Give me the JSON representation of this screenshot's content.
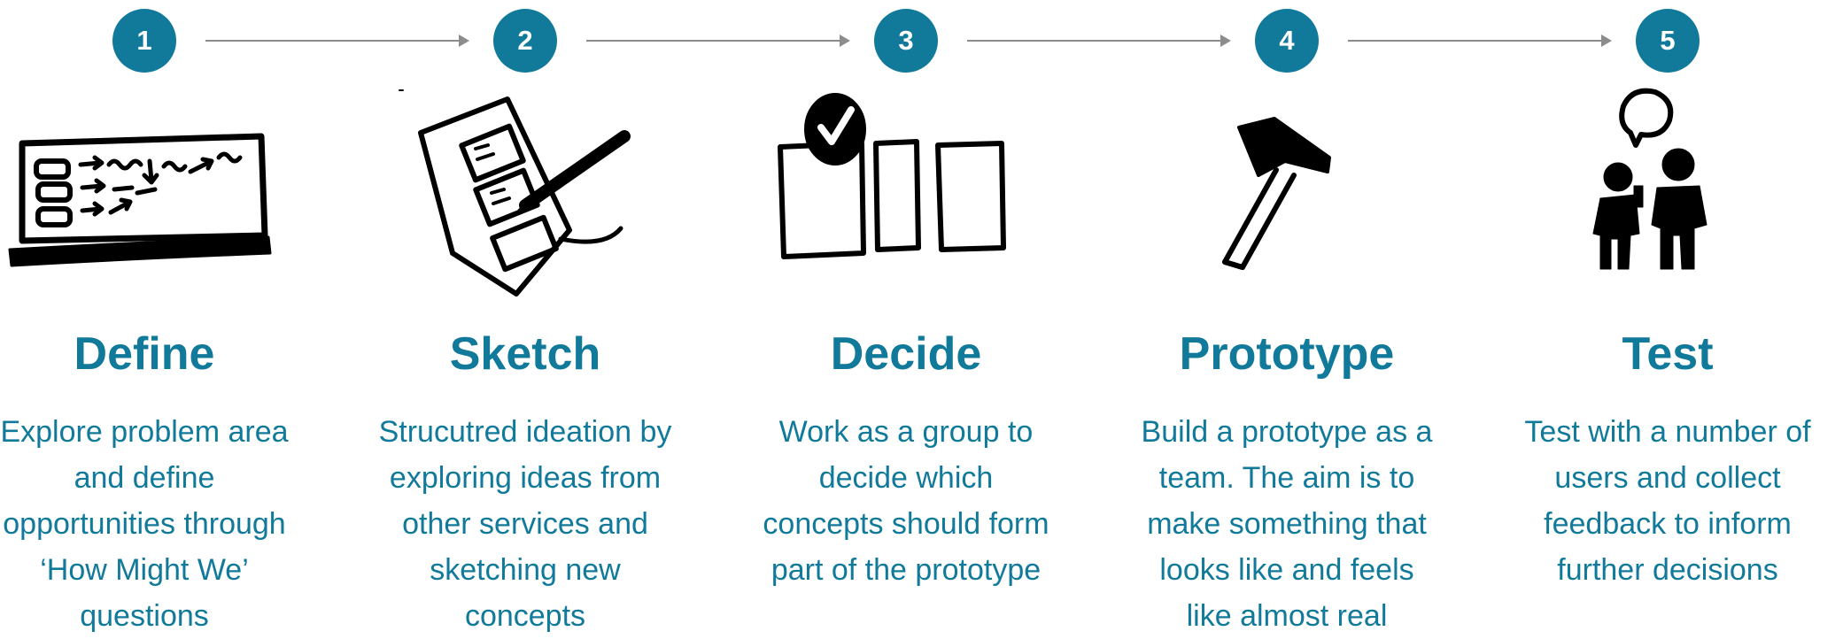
{
  "accent_color": "#117a9b",
  "arrow_color": "#8c8c8c",
  "steps": [
    {
      "number": "1",
      "title": "Define",
      "description": "Explore problem area and define opportunities through ‘How Might We’ questions",
      "icon": "whiteboard-sketch-icon"
    },
    {
      "number": "2",
      "title": "Sketch",
      "description": "Strucutred ideation by exploring ideas from other services and sketching new concepts",
      "icon": "paper-pen-sketch-icon"
    },
    {
      "number": "3",
      "title": "Decide",
      "description": "Work as a group to decide which concepts should form part of the prototype",
      "icon": "checked-cards-icon"
    },
    {
      "number": "4",
      "title": "Prototype",
      "description": "Build a prototype as a team. The aim is to make something that looks like and feels like almost real",
      "icon": "hammer-icon"
    },
    {
      "number": "5",
      "title": "Test",
      "description": "Test with a number of users and collect feedback to inform further decisions",
      "icon": "user-interview-icon"
    }
  ]
}
